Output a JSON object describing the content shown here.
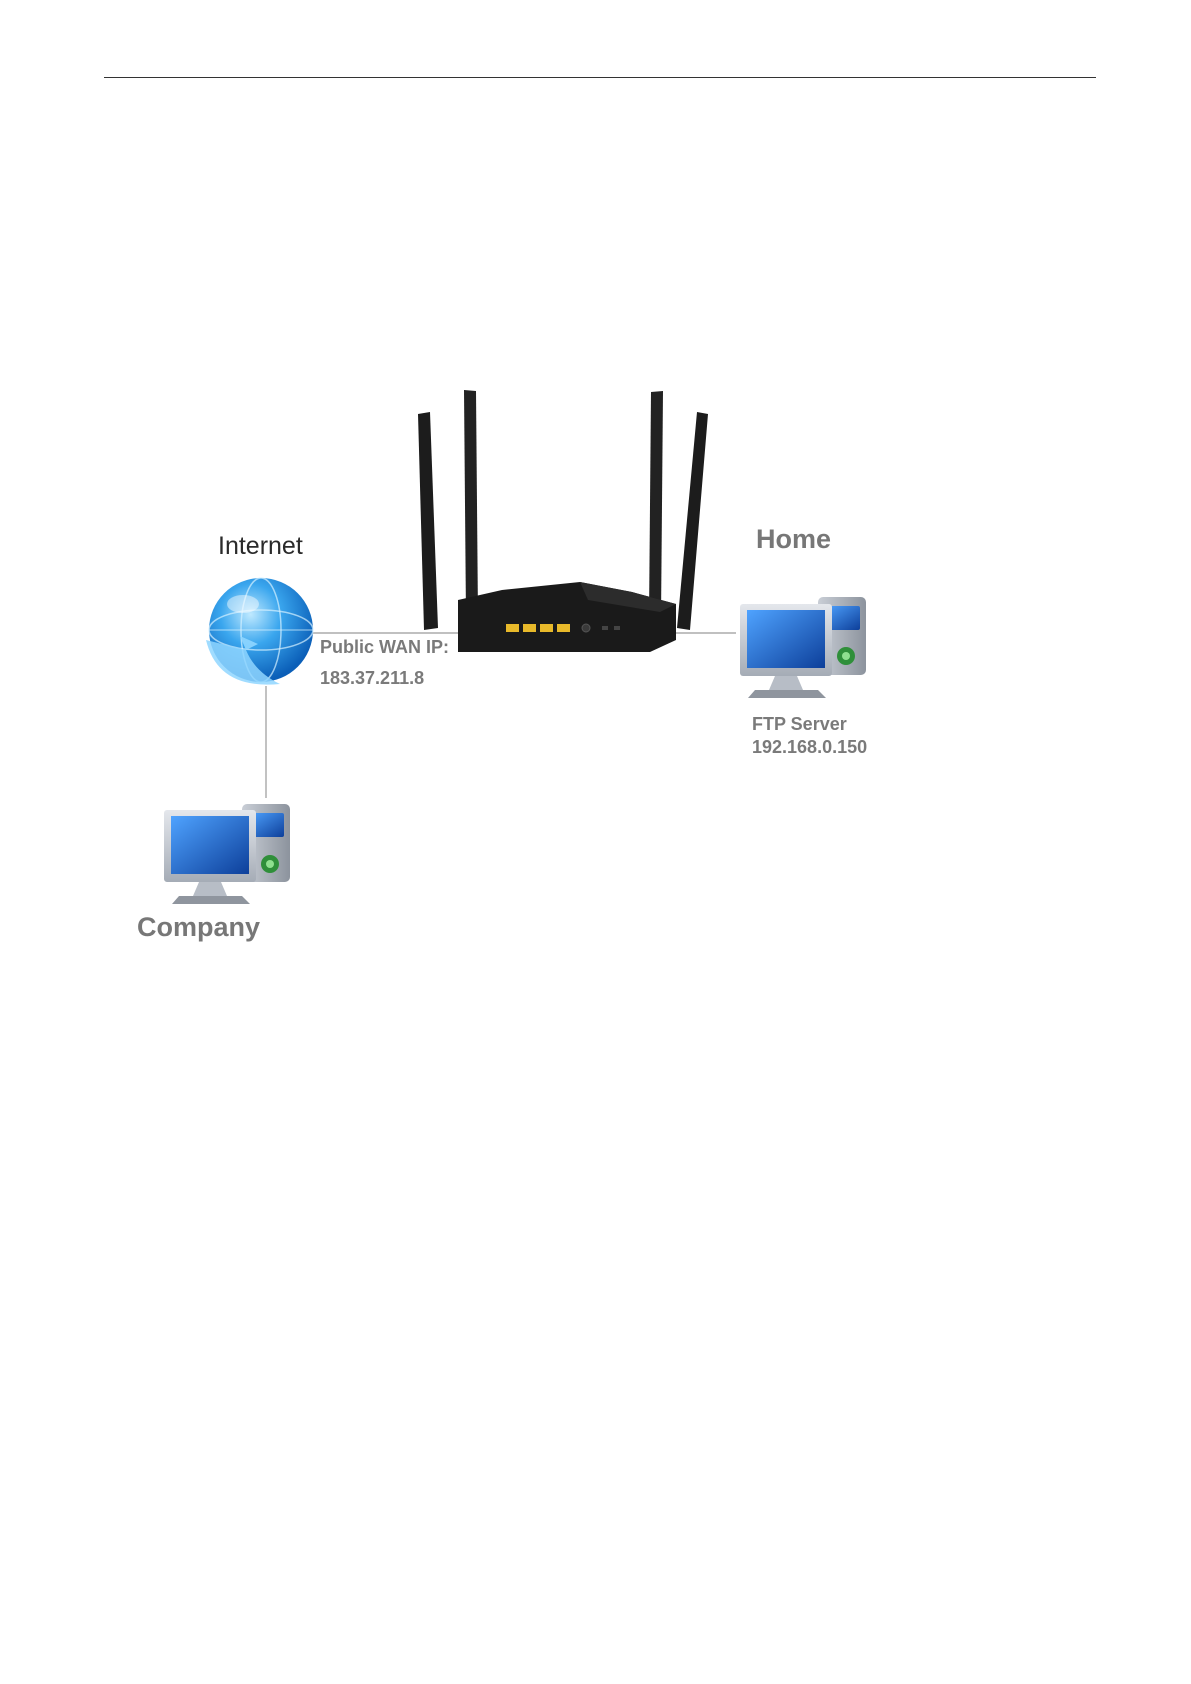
{
  "labels": {
    "internet": "Internet",
    "home": "Home",
    "company": "Company",
    "wan_title": "Public WAN IP:",
    "wan_ip": "183.37.211.8",
    "ftp_title": "FTP Server",
    "ftp_ip": "192.168.0.150"
  },
  "icons": {
    "globe": "globe-icon",
    "router": "router-icon",
    "home_pc": "computer-icon",
    "company_pc": "computer-icon"
  },
  "colors": {
    "globe_blue": "#1e8fe0",
    "router_body": "#1a1a1a",
    "port_yellow": "#e8b92a",
    "screen_blue": "#1f63c4",
    "connector_line": "#9a9a9a"
  }
}
